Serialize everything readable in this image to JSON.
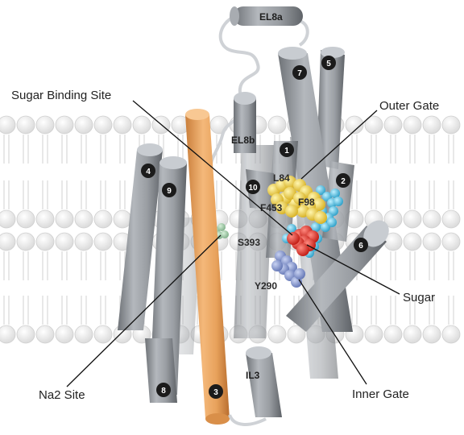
{
  "annotations": {
    "sugar_binding_site": "Sugar Binding Site",
    "outer_gate": "Outer Gate",
    "sugar": "Sugar",
    "inner_gate": "Inner Gate",
    "na2_site": "Na2 Site"
  },
  "loop_labels": {
    "el8a": "EL8a",
    "el8b": "EL8b",
    "il3": "IL3"
  },
  "residues": {
    "l84": "L84",
    "f98": "F98",
    "f453": "F453",
    "s393": "S393",
    "y290": "Y290"
  },
  "helices": {
    "h1": "1",
    "h2": "2",
    "h3": "3",
    "h4": "4",
    "h5": "5",
    "h6": "6",
    "h7": "7",
    "h8": "8",
    "h9": "9",
    "h10": "10"
  },
  "colors": {
    "helix": "#8f9399",
    "highlight_helix": "#e8a25c",
    "outer_gate": "#e6c23a",
    "binding_site": "#3bb0d6",
    "sugar": "#d6251c",
    "inner_gate": "#7d8fc6",
    "na2": "#8fbf98"
  }
}
